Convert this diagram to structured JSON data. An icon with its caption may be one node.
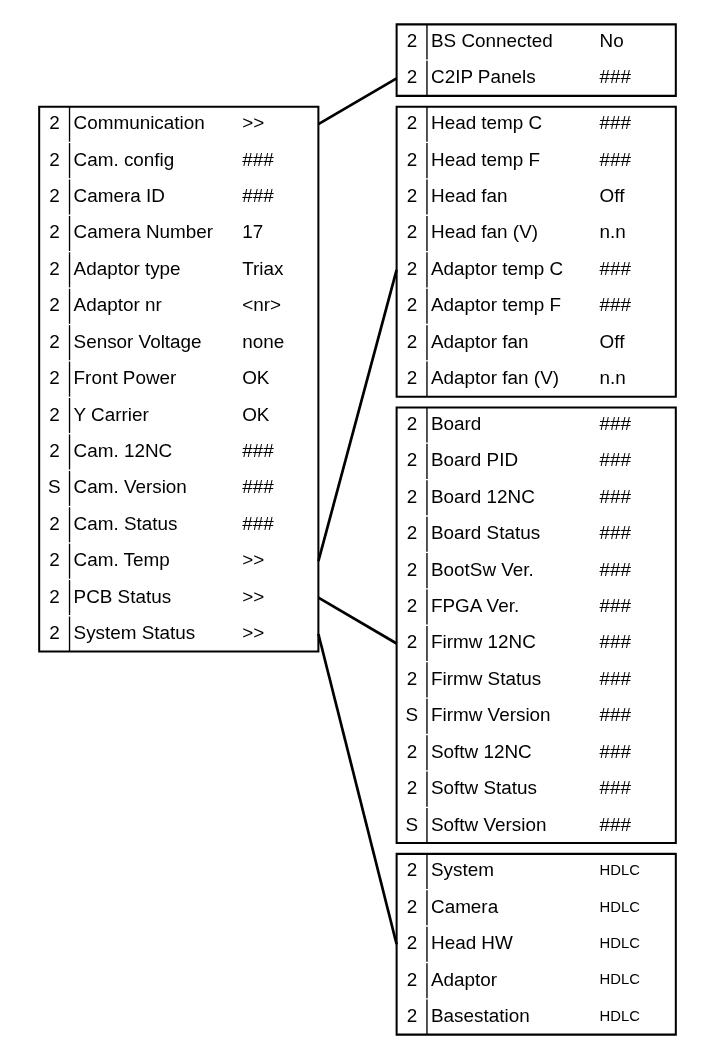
{
  "diagram": {
    "nodes": [
      {
        "text": [],
        "shape": "box"
      },
      {
        "text": [
          "2",
          "Communication",
          ">>"
        ],
        "in": 0
      },
      {
        "text": [
          "2",
          "Cam. config",
          "###"
        ],
        "in": 0
      },
      {
        "text": [
          "2",
          "Camera ID",
          "###"
        ],
        "in": 0
      },
      {
        "text": [
          "2",
          "Camera Number",
          "17"
        ],
        "in": 0
      },
      {
        "text": [
          "2",
          "Adaptor type",
          "Triax"
        ],
        "in": 0
      },
      {
        "text": [
          "2",
          "Adaptor nr",
          "<nr>"
        ],
        "in": 0
      },
      {
        "text": [
          "2",
          "Sensor Voltage",
          "none"
        ],
        "in": 0
      },
      {
        "text": [
          "2",
          "Front Power",
          "OK"
        ],
        "in": 0
      },
      {
        "text": [
          "2",
          "Y Carrier",
          "OK"
        ],
        "in": 0
      },
      {
        "text": [
          "2",
          "Cam. 12NC",
          "###"
        ],
        "in": 0
      },
      {
        "text": [
          "S",
          "Cam. Version",
          "###"
        ],
        "in": 0
      },
      {
        "text": [
          "2",
          "Cam. Status",
          "###"
        ],
        "in": 0
      },
      {
        "text": [
          "2",
          "Cam. Temp",
          ">>"
        ],
        "in": 0
      },
      {
        "text": [
          "2",
          "PCB Status",
          ">>"
        ],
        "in": 0
      },
      {
        "text": [
          "2",
          "System Status",
          ">>"
        ],
        "in": 0
      },
      {
        "text": [],
        "shape": "box"
      },
      {
        "text": [
          "2",
          "BS Connected",
          "No"
        ],
        "in": 16
      },
      {
        "text": [
          "2",
          "C2IP Panels",
          "###"
        ],
        "in": 16
      },
      {
        "text": [],
        "shape": "box"
      },
      {
        "text": [
          "2",
          "Head temp C",
          "###"
        ],
        "in": 19
      },
      {
        "text": [
          "2",
          "Head temp F",
          "###"
        ],
        "in": 19
      },
      {
        "text": [
          "2",
          "Head fan",
          "Off"
        ],
        "in": 19
      },
      {
        "text": [
          "2",
          "Head fan (V)",
          "n.n"
        ],
        "in": 19
      },
      {
        "text": [
          "2",
          "Adaptor temp C",
          "###"
        ],
        "in": 19
      },
      {
        "text": [
          "2",
          "Adaptor temp F",
          "###"
        ],
        "in": 19
      },
      {
        "text": [
          "2",
          "Adaptor fan",
          "Off"
        ],
        "in": 19
      },
      {
        "text": [
          "2",
          "Adaptor fan (V)",
          "n.n"
        ],
        "in": 19
      },
      {
        "text": [],
        "shape": "box"
      },
      {
        "text": [
          "2",
          "Board",
          "###"
        ],
        "in": 28
      },
      {
        "text": [
          "2",
          "Board PID",
          "###"
        ],
        "in": 28
      },
      {
        "text": [
          "2",
          "Board 12NC",
          "###"
        ],
        "in": 28
      },
      {
        "text": [
          "2",
          "Board Status",
          "###"
        ],
        "in": 28
      },
      {
        "text": [
          "2",
          "BootSw Ver.",
          "###"
        ],
        "in": 28
      },
      {
        "text": [
          "2",
          "FPGA Ver.",
          "###"
        ],
        "in": 28
      },
      {
        "text": [
          "2",
          "Firmw 12NC",
          "###"
        ],
        "in": 28
      },
      {
        "text": [
          "2",
          "Firmw Status",
          "###"
        ],
        "in": 28
      },
      {
        "text": [
          "S",
          "Firmw Version",
          "###"
        ],
        "in": 28
      },
      {
        "text": [
          "2",
          "Softw 12NC",
          "###"
        ],
        "in": 28
      },
      {
        "text": [
          "2",
          "Softw Status",
          "###"
        ],
        "in": 28
      },
      {
        "text": [
          "S",
          "Softw Version",
          "###"
        ],
        "in": 28
      },
      {
        "text": [],
        "shape": "box"
      },
      {
        "text": [
          "2",
          "System",
          "HDLC"
        ],
        "in": 41
      },
      {
        "text": [
          "2",
          "Camera",
          "HDLC"
        ],
        "in": 41
      },
      {
        "text": [
          "2",
          "Head HW",
          "HDLC"
        ],
        "in": 41
      },
      {
        "text": [
          "2",
          "Adaptor",
          "HDLC"
        ],
        "in": 41
      },
      {
        "text": [
          "2",
          "Basestation",
          "HDLC"
        ],
        "in": 41
      }
    ],
    "edges": [
      {
        "from": 1,
        "to": 16,
        "arrow": "none"
      },
      {
        "from": 13,
        "to": 19,
        "arrow": "none"
      },
      {
        "from": 14,
        "to": 28,
        "arrow": "none"
      },
      {
        "from": 15,
        "to": 41,
        "arrow": "none"
      }
    ]
  }
}
